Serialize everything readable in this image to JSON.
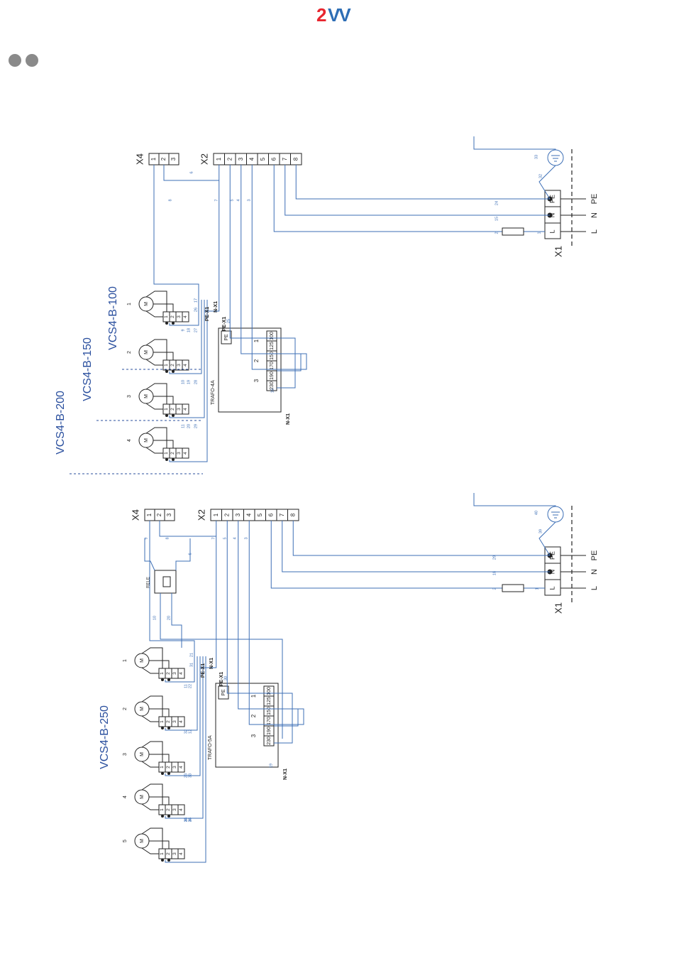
{
  "logo": {
    "num": "2",
    "word": "VV"
  },
  "upper": {
    "x4": "X4",
    "x2": "X2",
    "x1": "X1",
    "x4_pins": [
      "1",
      "2",
      "3"
    ],
    "x2_pins": [
      "1",
      "2",
      "3",
      "4",
      "5",
      "6",
      "7",
      "8"
    ],
    "x1_pins": [
      "PE",
      "N",
      "L"
    ],
    "mains": [
      "PE",
      "N",
      "L"
    ],
    "models": [
      "VCS4-B-100",
      "VCS4-B-150",
      "VCS4-B-200"
    ],
    "trafo": "TRAFO-4A",
    "taps": [
      "100",
      "125",
      "150",
      "170",
      "190",
      "230"
    ],
    "tap_groups": [
      "1",
      "2",
      "3"
    ],
    "pe_label": "PE",
    "pe_x1": "PE-X1",
    "n_x1": "N-X1",
    "motor_nums": [
      "1",
      "2",
      "3",
      "4"
    ],
    "wire_nums": [
      "8",
      "6",
      "7",
      "5",
      "4",
      "3",
      "33",
      "32",
      "24",
      "15",
      "2",
      "1",
      "17",
      "26",
      "9",
      "18",
      "27",
      "10",
      "19",
      "28",
      "11",
      "20",
      "29",
      "25",
      "16"
    ]
  },
  "lower": {
    "x4": "X4",
    "x2": "X2",
    "x1": "X1",
    "x4_pins": [
      "1",
      "2",
      "3"
    ],
    "x2_pins": [
      "1",
      "2",
      "3",
      "4",
      "5",
      "6",
      "7",
      "8"
    ],
    "x1_pins": [
      "PE",
      "N",
      "L"
    ],
    "mains": [
      "PE",
      "N",
      "L"
    ],
    "model": "VCS4-B-250",
    "trafo": "TRAFO-5A",
    "rele": "RELE",
    "taps": [
      "100",
      "125",
      "150",
      "170",
      "190",
      "230"
    ],
    "tap_groups": [
      "1",
      "2",
      "3"
    ],
    "pe_label": "PE",
    "pe_x1": "PE-X1",
    "n_x1": "N-X1",
    "motor_nums": [
      "1",
      "2",
      "3",
      "4",
      "5"
    ],
    "wire_nums": [
      "9",
      "8",
      "7",
      "6",
      "5",
      "4",
      "3",
      "40",
      "39",
      "29",
      "18",
      "2",
      "1",
      "10",
      "20",
      "21",
      "31",
      "11",
      "22",
      "32",
      "12",
      "23",
      "33",
      "13",
      "24",
      "34",
      "14",
      "25",
      "35",
      "30",
      "19"
    ]
  },
  "colors": {
    "wire": "#3d6fb6",
    "line": "#222222",
    "model_text": "#2a4f9e",
    "logo_red": "#e8262f",
    "logo_blue": "#2e6eb5"
  }
}
